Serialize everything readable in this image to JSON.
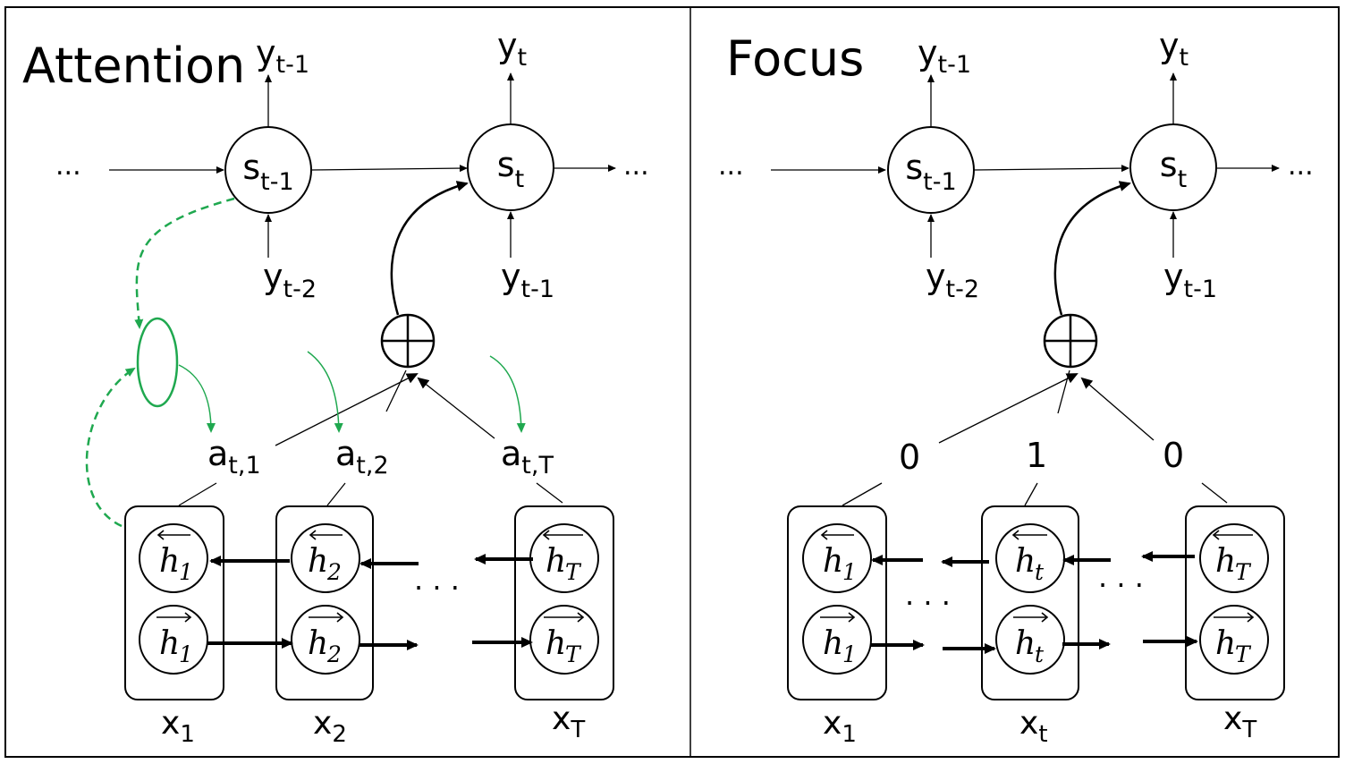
{
  "colors": {
    "attention": "#1fa84f",
    "focus": "#ee1c25",
    "stroke": "#000000"
  },
  "left": {
    "title": "Attention",
    "ellipsis": "...",
    "dots": "· · ·",
    "outputs": [
      {
        "base": "y",
        "sub": "t-1"
      },
      {
        "base": "y",
        "sub": "t"
      }
    ],
    "states": [
      {
        "base": "s",
        "sub": "t-1"
      },
      {
        "base": "s",
        "sub": "t"
      }
    ],
    "prev_inputs": [
      {
        "base": "y",
        "sub": "t-2"
      },
      {
        "base": "y",
        "sub": "t-1"
      }
    ],
    "weights": [
      {
        "base": "a",
        "sub": "t,1"
      },
      {
        "base": "a",
        "sub": "t,2"
      },
      {
        "base": "a",
        "sub": "t,T"
      }
    ],
    "encoders": [
      {
        "sub": "1",
        "label_base": "x",
        "label_sub": "1"
      },
      {
        "sub": "2",
        "label_base": "x",
        "label_sub": "2"
      },
      {
        "sub": "T",
        "label_base": "x",
        "label_sub": "T"
      }
    ],
    "combine_icon": "circle-plus-icon"
  },
  "right": {
    "title": "Focus",
    "ellipsis": "...",
    "dots": "· · ·",
    "outputs": [
      {
        "base": "y",
        "sub": "t-1"
      },
      {
        "base": "y",
        "sub": "t"
      }
    ],
    "states": [
      {
        "base": "s",
        "sub": "t-1"
      },
      {
        "base": "s",
        "sub": "t"
      }
    ],
    "prev_inputs": [
      {
        "base": "y",
        "sub": "t-2"
      },
      {
        "base": "y",
        "sub": "t-1"
      }
    ],
    "weights": [
      "0",
      "1",
      "0"
    ],
    "encoders": [
      {
        "sub": "1",
        "label_base": "x",
        "label_sub": "1"
      },
      {
        "sub": "t",
        "label_base": "x",
        "label_sub": "t"
      },
      {
        "sub": "T",
        "label_base": "x",
        "label_sub": "T"
      }
    ],
    "combine_icon": "circle-plus-icon"
  }
}
